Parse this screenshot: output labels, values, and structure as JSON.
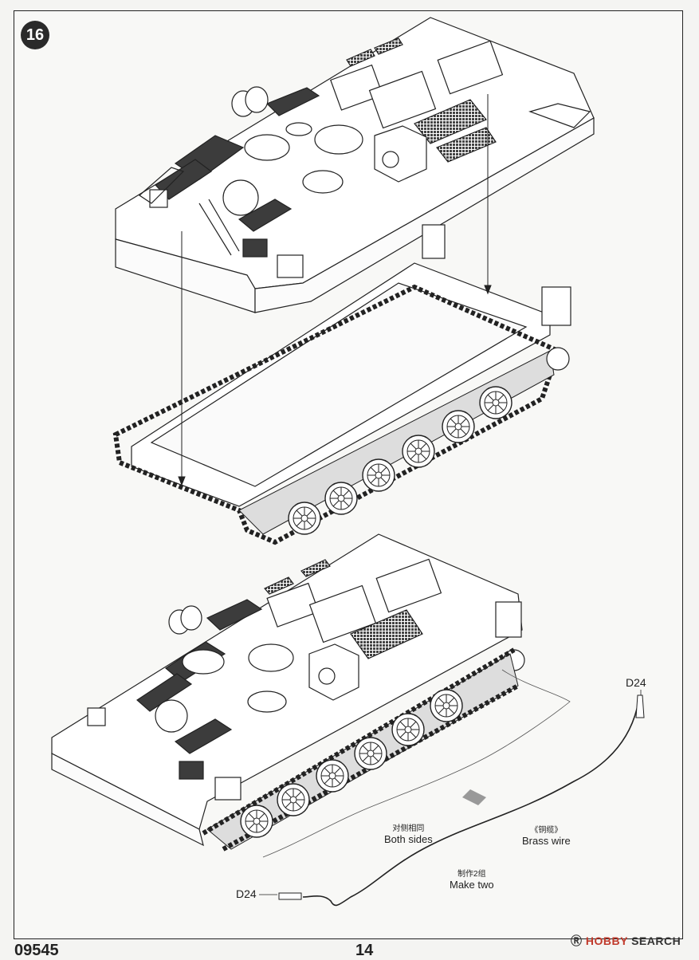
{
  "step": {
    "number": "16"
  },
  "labels": {
    "d24_top": "D24",
    "d24_bottom": "D24",
    "both_sides_cn": "对侧相同",
    "both_sides_en": "Both sides",
    "brass_wire_cn": "《铜缆》",
    "brass_wire_en": "Brass wire",
    "make_two_cn": "制作2组",
    "make_two_en": "Make two"
  },
  "footer": {
    "kit_number": "09545",
    "page_number": "14"
  },
  "watermark": {
    "brand": "HOBBY",
    "suffix": "SEARCH"
  },
  "colors": {
    "line": "#2a2a2a",
    "panel": "#3c3c3c",
    "mesh": "#555555",
    "paper": "#f8f8f6"
  }
}
